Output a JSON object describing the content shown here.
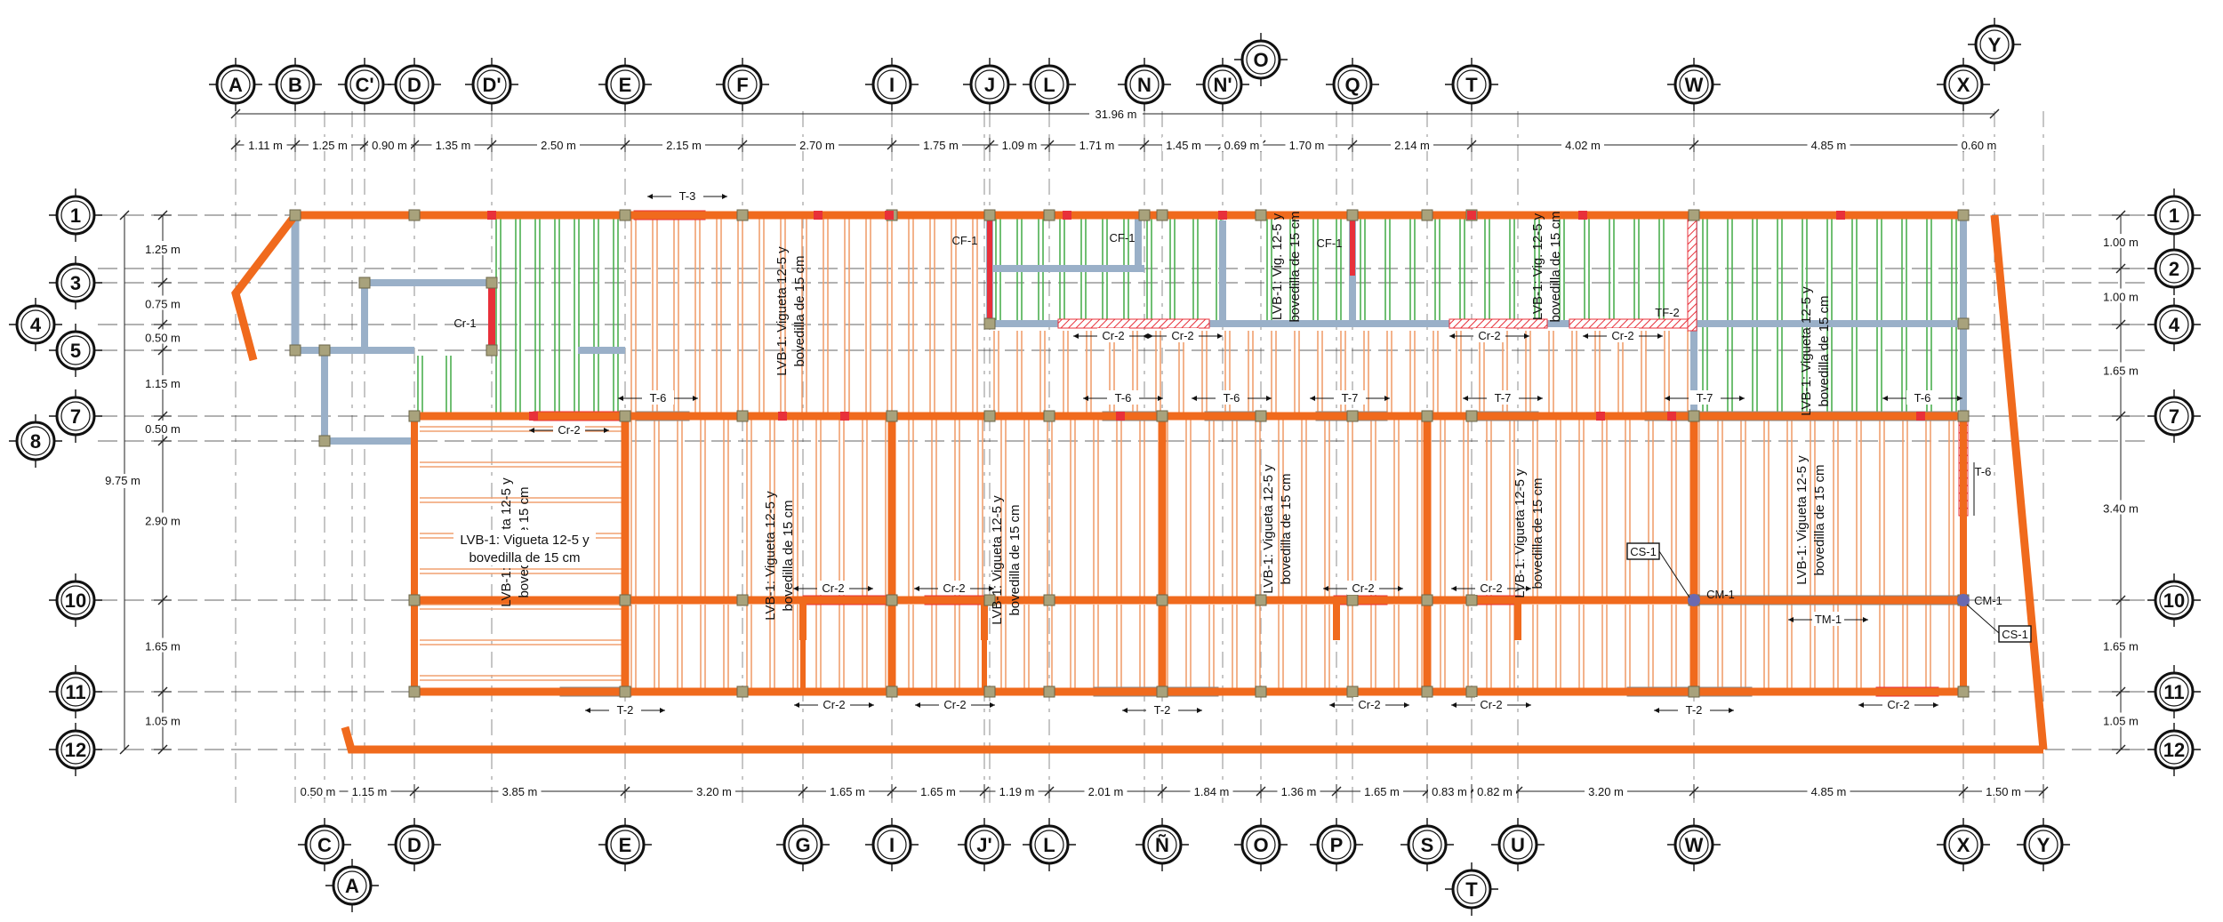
{
  "colors": {
    "beam_main": "#f06a1d",
    "joist_orange": "#f0a070",
    "joist_green": "#4caf50",
    "beam_grey": "#9ab0c8",
    "beam_red": "#e8303a",
    "column": "#a8a27c",
    "gridline": "#333333",
    "dim": "#222222"
  },
  "top_axes": [
    "A",
    "B",
    "C'",
    "D",
    "D'",
    "E",
    "F",
    "I",
    "J",
    "L",
    "N",
    "N'",
    "O",
    "Q",
    "T",
    "W",
    "X",
    "Y"
  ],
  "bottom_axes": [
    "C",
    "A",
    "D",
    "E",
    "G",
    "I",
    "J'",
    "L",
    "Ñ",
    "O",
    "P",
    "S",
    "T",
    "U",
    "W",
    "X",
    "Y"
  ],
  "left_axes": [
    "1",
    "3",
    "4",
    "5",
    "7",
    "8",
    "10",
    "11",
    "12"
  ],
  "right_axes": [
    "1",
    "2",
    "4",
    "7",
    "10",
    "11",
    "12"
  ],
  "overall_dim": "31.96 m",
  "top_dims": [
    "1.11 m",
    "1.25 m",
    "0.90 m",
    "1.35 m",
    "2.50 m",
    "2.15 m",
    "2.70 m",
    "1.75 m",
    "1.09 m",
    "1.71 m",
    "1.45 m",
    "0.69 m",
    "1.70 m",
    "2.14 m",
    "4.02 m",
    "4.85 m",
    "0.60 m"
  ],
  "bottom_dims": [
    "0.50 m",
    "1.15 m",
    "3.85 m",
    "3.20 m",
    "1.65 m",
    "1.65 m",
    "1.19 m",
    "2.01 m",
    "1.84 m",
    "1.36 m",
    "1.65 m",
    "0.83 m",
    "0.82 m",
    "3.20 m",
    "4.85 m",
    "1.50 m"
  ],
  "left_dims": [
    "1.25 m",
    "0.75 m",
    "0.50 m",
    "1.15 m",
    "0.50 m",
    "2.90 m",
    "1.65 m",
    "1.05 m"
  ],
  "left_total": "9.75 m",
  "right_dims": [
    "1.00 m",
    "1.00 m",
    "1.65 m",
    "3.40 m",
    "1.65 m",
    "1.05 m"
  ],
  "slab_labels": [
    "LVB-1: Vigueta 12-5 y bovedilla de 15 cm",
    "LVB-1: Vigueta 12-5 y bovedilla de 15 cm",
    "LVB-1: Vigueta 12-5 y bovedilla de 15 cm",
    "LVB-1: Vigueta 12-5 y bovedilla de 15 cm",
    "LVB-1: Vig. 12-5 y bovedilla de 15 cm",
    "LVB-1: Vig. 12-5 y bovedilla de 15 cm",
    "LVB-1: Vigueta 12-5 y bovedilla de 15 cm",
    "LVB-1: Vigueta 12-5 y bovedilla de 15 cm",
    "LVB-1: Vigueta 12-5 y bovedilla de 15 cm",
    "LVB-1: Vigueta 12-5 y bovedilla de 15 cm"
  ],
  "beam_labels": {
    "t3": "T-3",
    "t6": "T-6",
    "t7": "T-7",
    "t2": "T-2",
    "cr2": "Cr-2",
    "cr1": "Cr-1",
    "cf1": "CF-1",
    "tf2": "TF-2",
    "tm1": "TM-1",
    "cm1": "CM-1",
    "cs1": "CS-1"
  }
}
